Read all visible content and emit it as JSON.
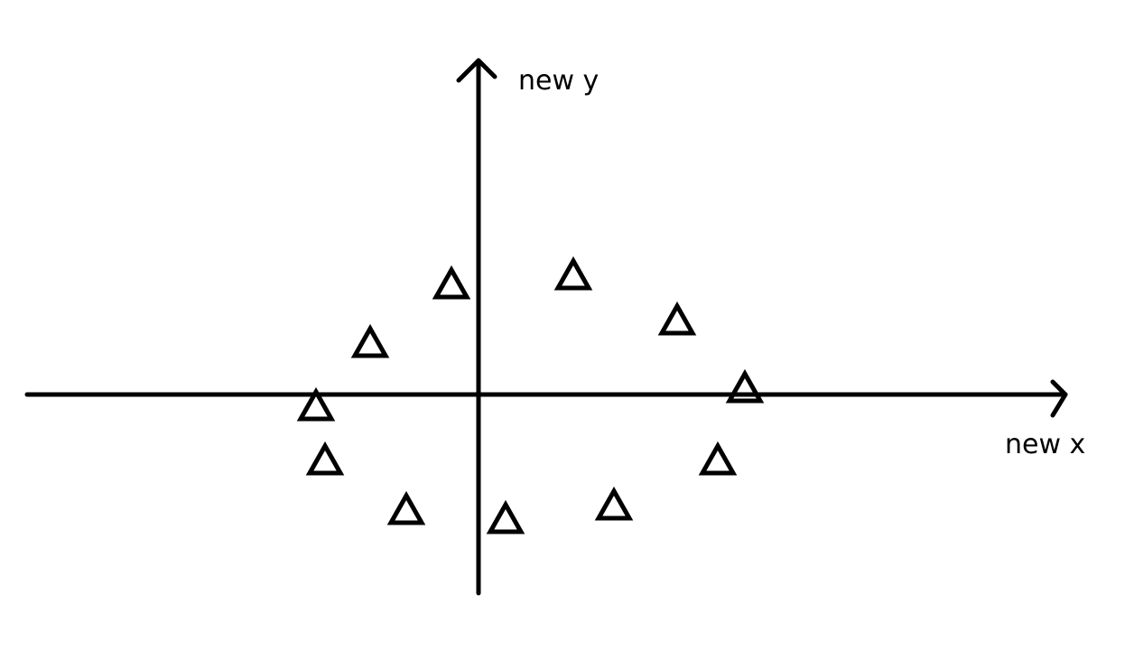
{
  "chart_data": {
    "type": "scatter",
    "title": "",
    "xlabel": "new x",
    "ylabel": "new y",
    "xlim": [
      -10,
      13
    ],
    "ylim": [
      -4.4,
      7.4
    ],
    "grid": false,
    "legend": "none",
    "marker": "triangle-outline",
    "color": "#000000",
    "series": [
      {
        "points": [
          {
            "x": -3.6,
            "y": -0.3
          },
          {
            "x": -3.4,
            "y": -1.5
          },
          {
            "x": -2.4,
            "y": 1.1
          },
          {
            "x": -1.6,
            "y": -2.6
          },
          {
            "x": -0.6,
            "y": 2.4
          },
          {
            "x": 0.6,
            "y": -2.8
          },
          {
            "x": 2.1,
            "y": 2.6
          },
          {
            "x": 3.0,
            "y": -2.5
          },
          {
            "x": 4.4,
            "y": 1.6
          },
          {
            "x": 5.3,
            "y": -1.5
          },
          {
            "x": 5.9,
            "y": 0.1
          }
        ]
      }
    ]
  }
}
